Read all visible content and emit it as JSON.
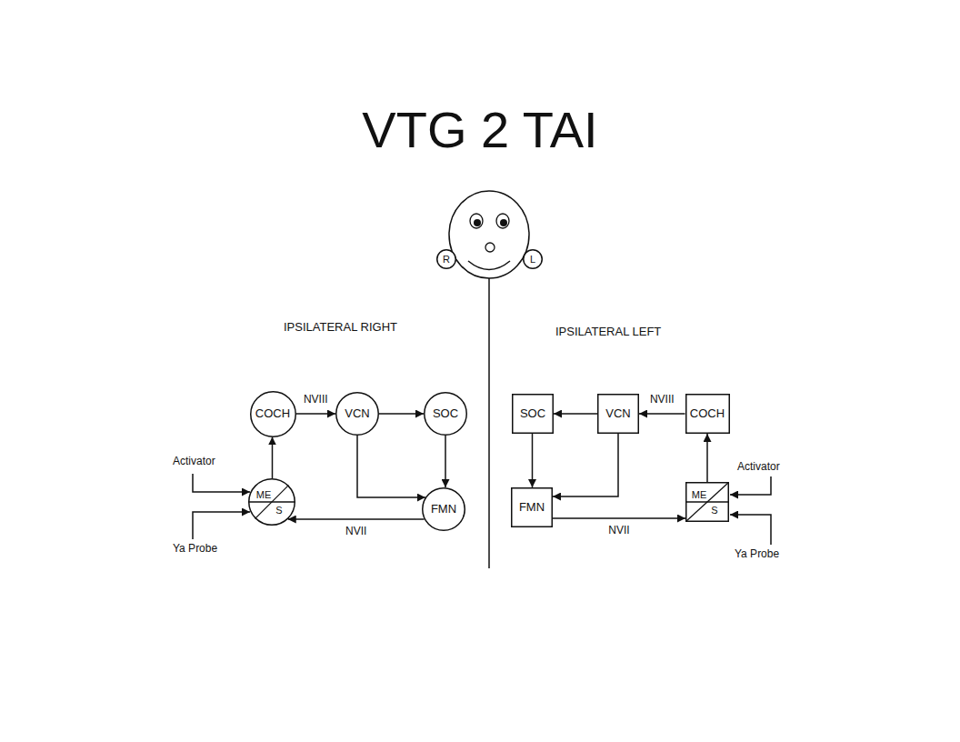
{
  "diagram": {
    "title": "VTG 2 TAI",
    "nodes": [
      {
        "text": [
          "R"
        ]
      },
      {
        "text": [
          "L"
        ]
      },
      {
        "text": [
          "COCH"
        ]
      },
      {
        "text": [
          "VCN"
        ]
      },
      {
        "text": [
          "SOC"
        ]
      },
      {
        "text": [
          "SOC"
        ]
      },
      {
        "text": [
          "VCN"
        ]
      },
      {
        "text": [
          "COCH"
        ]
      },
      {
        "text": [
          "ME",
          "S"
        ]
      },
      {
        "text": [
          "FMN"
        ]
      },
      {
        "text": [
          "FMN"
        ]
      },
      {
        "text": [
          "ME",
          "S"
        ]
      }
    ],
    "edges": [
      {
        "from": 8,
        "to": 2,
        "arrow": "to"
      },
      {
        "from": 2,
        "to": 3,
        "label": "NVIII",
        "arrow": "to"
      },
      {
        "from": 3,
        "to": 4,
        "arrow": "to"
      },
      {
        "from": 4,
        "to": 9,
        "arrow": "to"
      },
      {
        "from": 3,
        "to": 9,
        "arrow": "to"
      },
      {
        "from": 9,
        "to": 8,
        "label": "NVII",
        "arrow": "to"
      },
      {
        "from": 11,
        "to": 7,
        "arrow": "to"
      },
      {
        "from": 7,
        "to": 6,
        "label": "NVIII",
        "arrow": "to"
      },
      {
        "from": 6,
        "to": 5,
        "arrow": "to"
      },
      {
        "from": 5,
        "to": 10,
        "arrow": "to"
      },
      {
        "from": 6,
        "to": 10,
        "arrow": "to"
      },
      {
        "from": 10,
        "to": 11,
        "label": "NVII",
        "arrow": "to"
      }
    ],
    "labels": [
      "IPSILATERAL RIGHT",
      "IPSILATERAL LEFT",
      "Activator",
      "Ya Probe",
      "Activator",
      "Ya Probe"
    ]
  }
}
